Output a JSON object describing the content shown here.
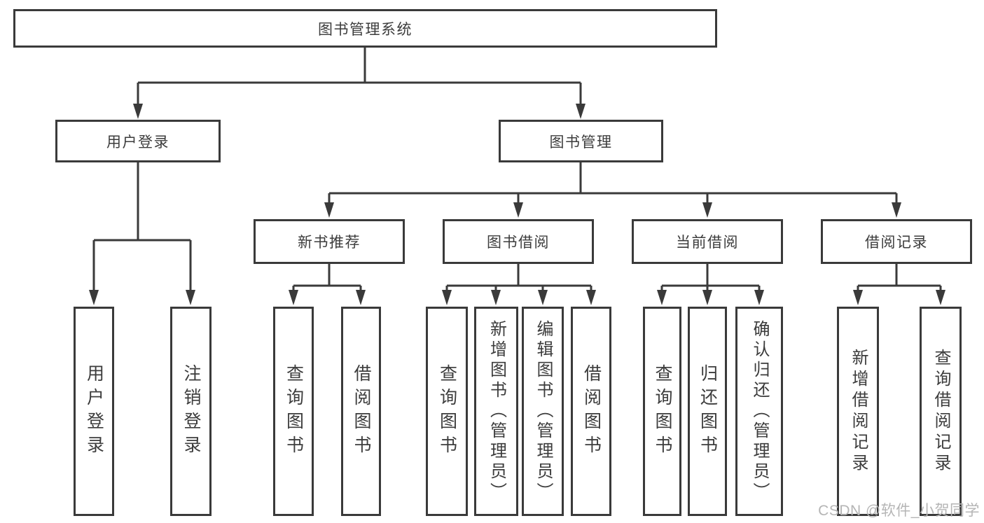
{
  "diagram": {
    "title": "图书管理系统",
    "level2": {
      "user_login": "用户登录",
      "book_management": "图书管理"
    },
    "level3": {
      "new_book_recommend": "新书推荐",
      "book_borrow": "图书借阅",
      "current_borrow": "当前借阅",
      "borrow_records": "借阅记录"
    },
    "leaves": {
      "user_login": "用户登录",
      "logout": "注销登录",
      "rec_query_book": "查询图书",
      "rec_borrow_book": "借阅图书",
      "bb_query_book": "查询图书",
      "bb_add_book_admin": "新增图书（管理员）",
      "bb_edit_book_admin": "编辑图书（管理员）",
      "bb_borrow_book": "借阅图书",
      "cb_query_book": "查询图书",
      "cb_return_book": "归还图书",
      "cb_confirm_return_admin": "确认归还（管理员）",
      "br_add_record": "新增借阅记录",
      "br_query_record": "查询借阅记录"
    }
  },
  "watermark": "CSDN @软件_小贺同学",
  "colors": {
    "line": "#3a3a3a",
    "text": "#3c3c3c",
    "watermark": "#b5b5b5",
    "background": "#ffffff"
  }
}
